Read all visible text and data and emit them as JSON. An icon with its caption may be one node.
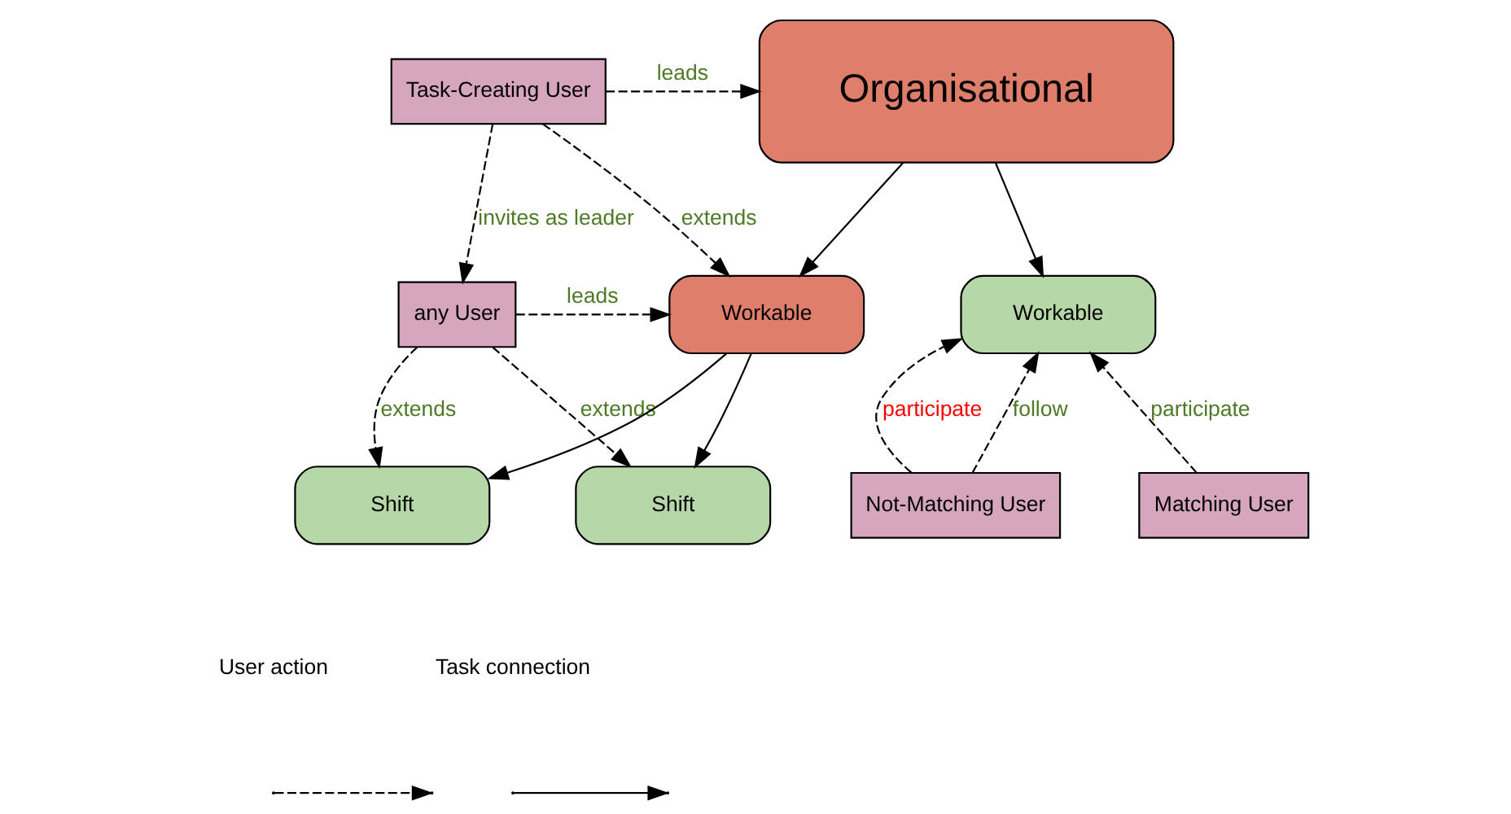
{
  "diagram": {
    "nodes": [
      {
        "text": [
          "Organisational"
        ]
      },
      {
        "text": [
          "Task-Creating User"
        ]
      },
      {
        "text": [
          "any User"
        ]
      },
      {
        "text": [
          "Workable"
        ]
      },
      {
        "text": [
          "Workable"
        ]
      },
      {
        "text": [
          "Shift"
        ]
      },
      {
        "text": [
          "Shift"
        ]
      },
      {
        "text": [
          "Matching User"
        ]
      },
      {
        "text": [
          "Not-Matching User"
        ]
      }
    ],
    "edges": [
      {
        "from": 1,
        "to": 0,
        "arrow": "to",
        "label": "leads",
        "style": "dashed"
      },
      {
        "from": 1,
        "to": 3,
        "arrow": "to",
        "label": "extends",
        "style": "dashed"
      },
      {
        "from": 1,
        "to": 2,
        "arrow": "to",
        "label": "invites as leader",
        "style": "dashed"
      },
      {
        "from": 2,
        "to": 3,
        "arrow": "to",
        "label": "leads",
        "style": "dashed"
      },
      {
        "from": 2,
        "to": 5,
        "arrow": "to",
        "label": "extends",
        "style": "dashed"
      },
      {
        "from": 2,
        "to": 6,
        "arrow": "to",
        "label": "extends",
        "style": "dashed"
      },
      {
        "from": 0,
        "to": 3,
        "arrow": "to"
      },
      {
        "from": 0,
        "to": 4,
        "arrow": "to"
      },
      {
        "from": 3,
        "to": 5,
        "arrow": "to"
      },
      {
        "from": 3,
        "to": 6,
        "arrow": "to"
      },
      {
        "from": 7,
        "to": 4,
        "arrow": "to",
        "label": "participate",
        "style": "dashed"
      },
      {
        "from": 8,
        "to": 4,
        "arrow": "to",
        "label": "follow",
        "style": "dashed"
      },
      {
        "from": 8,
        "to": 4,
        "arrow": "to",
        "label": "participate",
        "style": "dashed"
      }
    ],
    "legend": [
      {
        "text": "User action"
      },
      {
        "text": "Task connection"
      }
    ]
  }
}
